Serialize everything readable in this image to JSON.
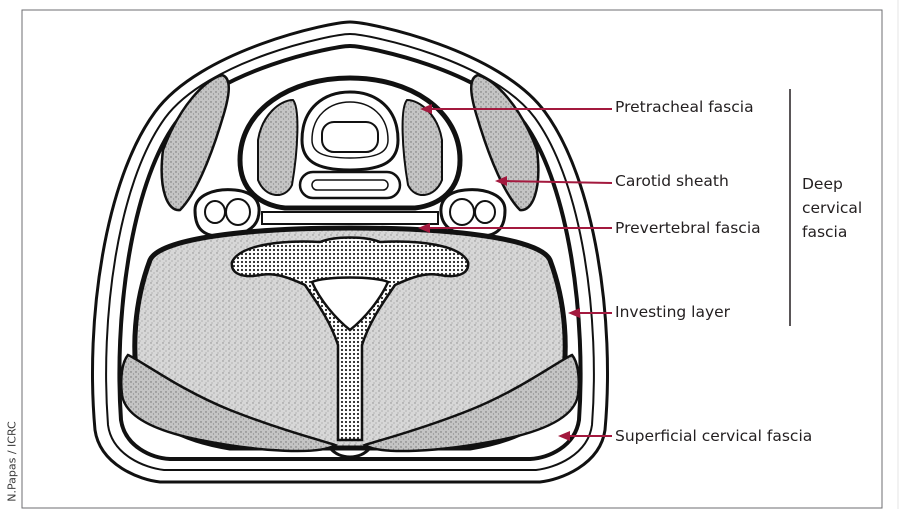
{
  "labels": {
    "pretracheal": "Pretracheal fascia",
    "carotid": "Carotid sheath",
    "prevertebral": "Prevertebral fascia",
    "investing": "Investing layer",
    "superficial": "Superficial cervical fascia"
  },
  "group_label": {
    "line1": "Deep",
    "line2": "cervical",
    "line3": "fascia"
  },
  "credit": "N.Papas / ICRC",
  "colors": {
    "arrow": "#a3193e",
    "outline": "#111111",
    "muscle": "#c9c9c9",
    "frame": "#6d6e71",
    "text": "#231f20"
  }
}
